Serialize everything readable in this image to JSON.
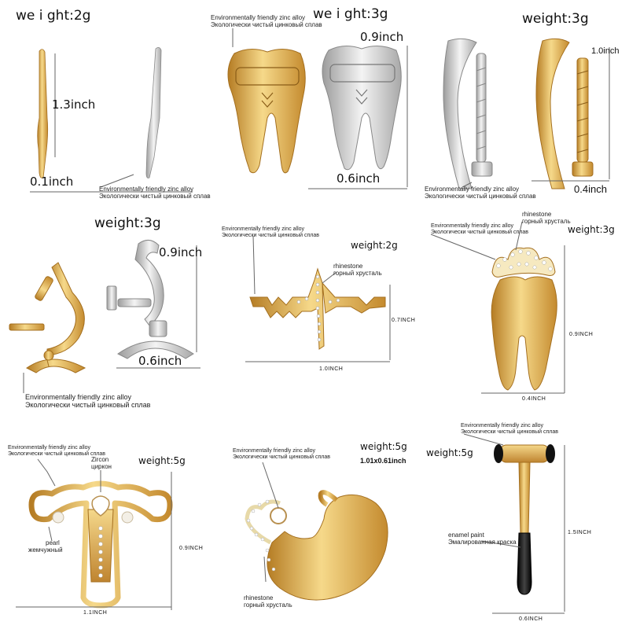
{
  "material_en": "Environmentally friendly zinc alloy",
  "material_ru": "Экологически чистый цинковый сплав",
  "rhinestone_en": "rhinestone",
  "rhinestone_ru": "горный хрусталь",
  "zircon_en": "Zircon",
  "zircon_ru": "циркон",
  "pearl_en": "pearl",
  "pearl_ru": "жемчужный",
  "enamel_en": "enamel paint",
  "enamel_ru": "Эмалированная краска",
  "items": {
    "scalpel": {
      "weight": "we i ght:2g",
      "height": "1.3inch",
      "width": "0.1inch"
    },
    "tooth": {
      "weight": "we i ght:3g",
      "height": "0.9inch",
      "width": "0.6inch"
    },
    "bone": {
      "weight": "weight:3g",
      "height": "1.0inch",
      "width": "0.4inch"
    },
    "microscope": {
      "weight": "weight:3g",
      "height": "0.9inch",
      "width": "0.6inch"
    },
    "heartbeat": {
      "weight": "weight:2g",
      "height": "0.7INCH",
      "width": "1.0INCH"
    },
    "crown_tooth": {
      "weight": "weight:3g",
      "height": "0.9INCH",
      "width": "0.4INCH"
    },
    "uterus": {
      "weight": "weight:5g",
      "height": "0.9INCH",
      "width": "1.1INCH"
    },
    "stomach": {
      "weight": "weight:5g",
      "size": "1.01x0.61inch"
    },
    "hammer": {
      "weight": "weight:5g",
      "height": "1.5INCH",
      "width": "0.6INCH"
    }
  },
  "colors": {
    "gold": "#d9a94a",
    "gold_light": "#f6dc8e",
    "gold_dark": "#a9721f",
    "silver": "#d6d6d6",
    "silver_dark": "#9a9a9a",
    "black": "#111111"
  }
}
